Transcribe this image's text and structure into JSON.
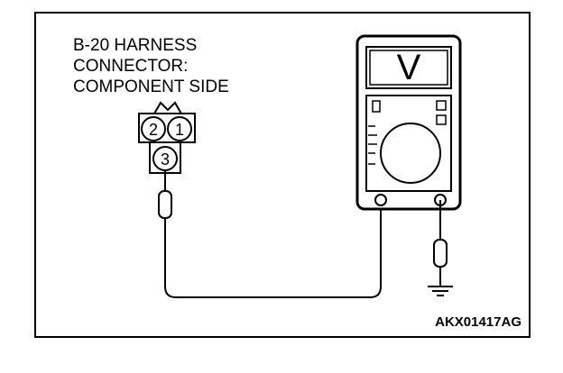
{
  "connector_label": {
    "line1": "B-20 HARNESS",
    "line2": "CONNECTOR:",
    "line3": "COMPONENT SIDE"
  },
  "pins": {
    "pin1": "1",
    "pin2": "2",
    "pin3": "3"
  },
  "meter": {
    "mode_symbol": "V"
  },
  "figure_code": "AKX01417AG",
  "icons": {
    "meter": "voltmeter-icon",
    "ground": "ground-icon",
    "probe": "test-probe-icon"
  }
}
